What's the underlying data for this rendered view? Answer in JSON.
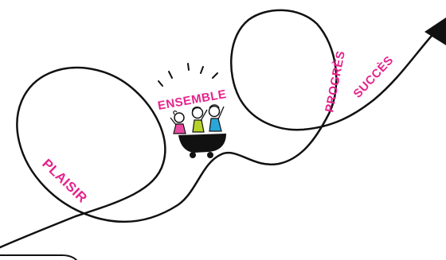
{
  "labels": {
    "plaisir": "PLAISIR",
    "ensemble": "ENSEMBLE",
    "progres": "PROGRÈS",
    "succes": "SUCCÈS"
  },
  "colors": {
    "ink": "#111111",
    "accent": "#e6238c",
    "pink_shirt": "#e84aa0",
    "green_shirt": "#b6d22a",
    "blue_shirt": "#2aa7d8",
    "background": "#ffffff"
  },
  "icons": {
    "arrow_head": "arrow-head-icon",
    "people_cart": "roller-coaster-cart-icon",
    "cheer_marks": "cheer-lines-icon"
  }
}
